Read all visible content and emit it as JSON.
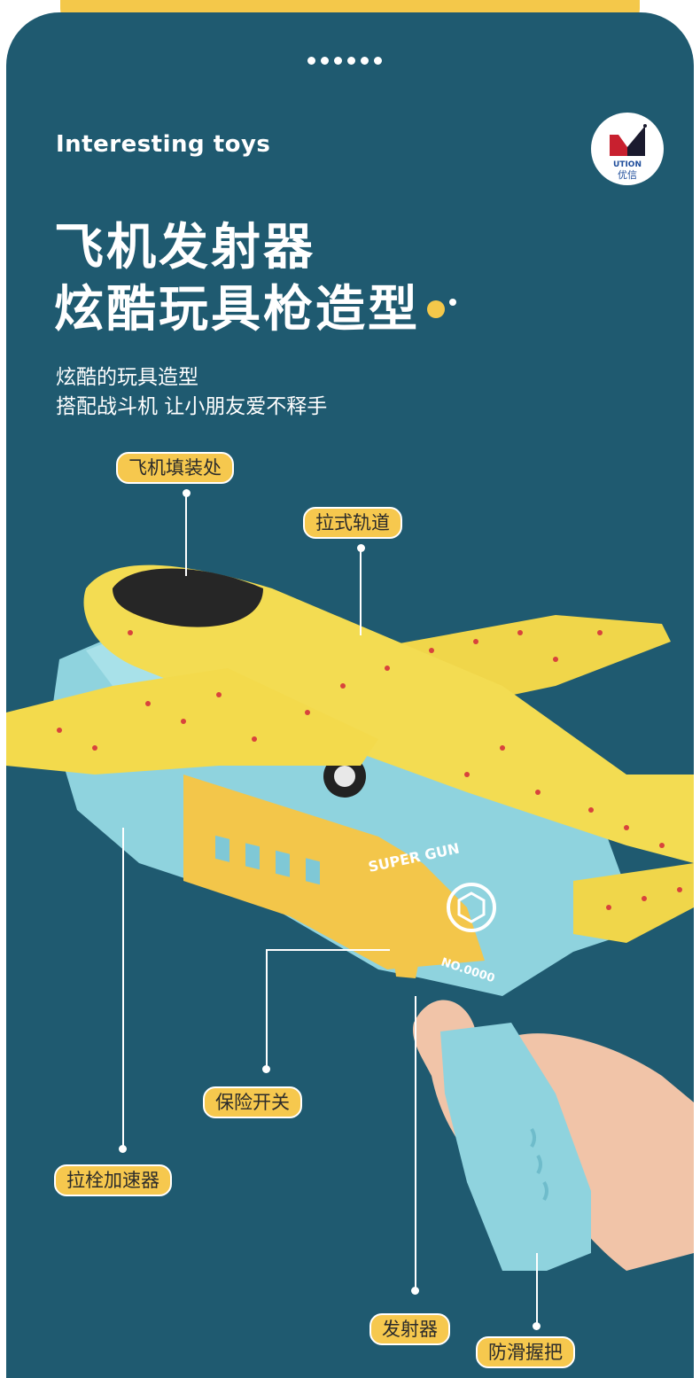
{
  "header": {
    "eyebrow": "Interesting toys",
    "logo_brand": "UTION",
    "logo_cn": "优信"
  },
  "headline": {
    "line1": "飞机发射器",
    "line2": "炫酷玩具枪造型"
  },
  "subtitle": {
    "line1": "炫酷的玩具造型",
    "line2": "搭配战斗机 让小朋友爱不释手"
  },
  "product_print": {
    "brand": "SUPER GUN",
    "model": "NO.0000"
  },
  "callouts": {
    "loading": "飞机填装处",
    "track": "拉式轨道",
    "safety": "保险开关",
    "booster": "拉栓加速器",
    "launcher": "发射器",
    "grip": "防滑握把"
  },
  "colors": {
    "background": "#1f5a70",
    "accent": "#f6c84e",
    "gun": "#8fd3de",
    "plane": "#f0d64a"
  }
}
